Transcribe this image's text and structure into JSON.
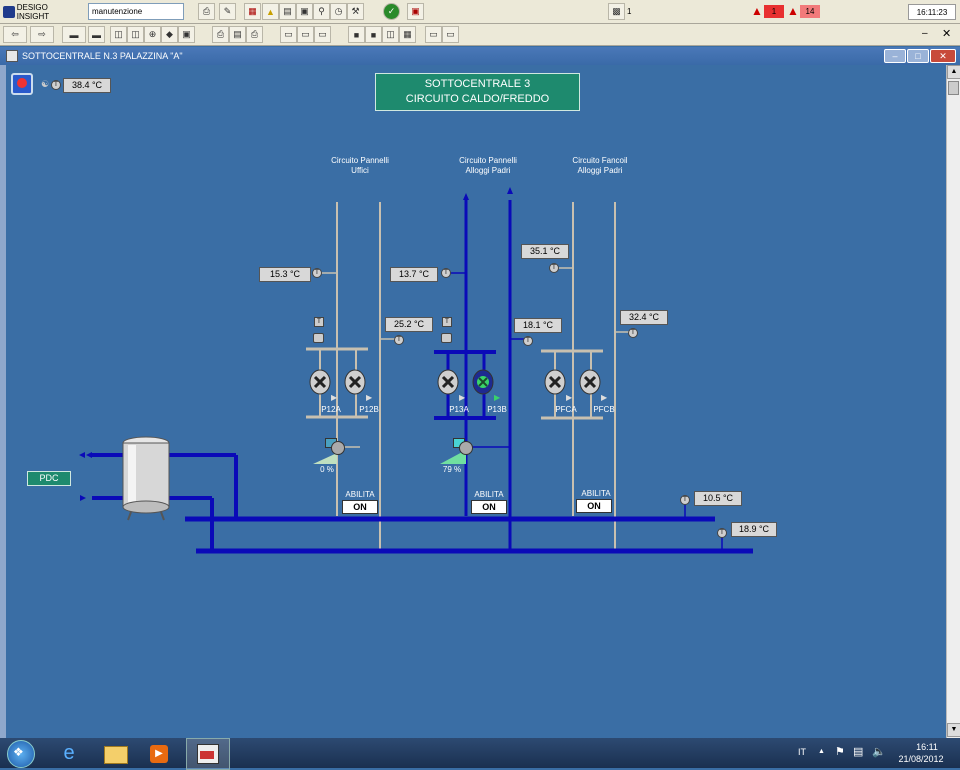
{
  "app": {
    "logo_label": "DESIGO INSIGHT",
    "user_field": "manutenzione",
    "counter_value": "1",
    "alarm_count_1": "1",
    "alarm_count_2": "14",
    "clock": "16:11:23"
  },
  "window": {
    "title": "SOTTOCENTRALE N.3 PALAZZINA \"A\""
  },
  "header": {
    "title_line1": "SOTTOCENTRALE 3",
    "title_line2": "CIRCUITO CALDO/FREDDO",
    "outdoor_temp": "38.4 °C"
  },
  "circuits": {
    "c1_label_l1": "Circuito Pannelli",
    "c1_label_l2": "Uffici",
    "c2_label_l1": "Circuito Pannelli",
    "c2_label_l2": "Alloggi Padri",
    "c3_label_l1": "Circuito Fancoil",
    "c3_label_l2": "Alloggi Padri"
  },
  "temps": {
    "t1_supply": "15.3 °C",
    "t1_return": "25.2 °C",
    "t2_supply": "13.7 °C",
    "t2_return": "18.1 °C",
    "t3_supply": "35.1 °C",
    "t3_return": "32.4 °C",
    "main_supply": "10.5 °C",
    "main_return": "18.9 °C"
  },
  "pumps": {
    "p12a": "P12A",
    "p12b": "P12B",
    "p13a": "P13A",
    "p13b": "P13B",
    "pfca": "PFCA",
    "pfcb": "PFCB"
  },
  "valves": {
    "v1_pct": "0 %",
    "v2_pct": "79 %"
  },
  "enable": {
    "label": "ABILITA",
    "c1_state": "ON",
    "c2_state": "ON",
    "c3_state": "ON"
  },
  "pdc_label": "PDC",
  "taskbar": {
    "lang": "IT",
    "time": "16:11",
    "date": "21/08/2012"
  },
  "colors": {
    "background": "#3a6ea5",
    "active_pipe": "#0a0ab8",
    "inactive_pipe": "#c8c0b0",
    "header_box": "#1e8a6e"
  }
}
